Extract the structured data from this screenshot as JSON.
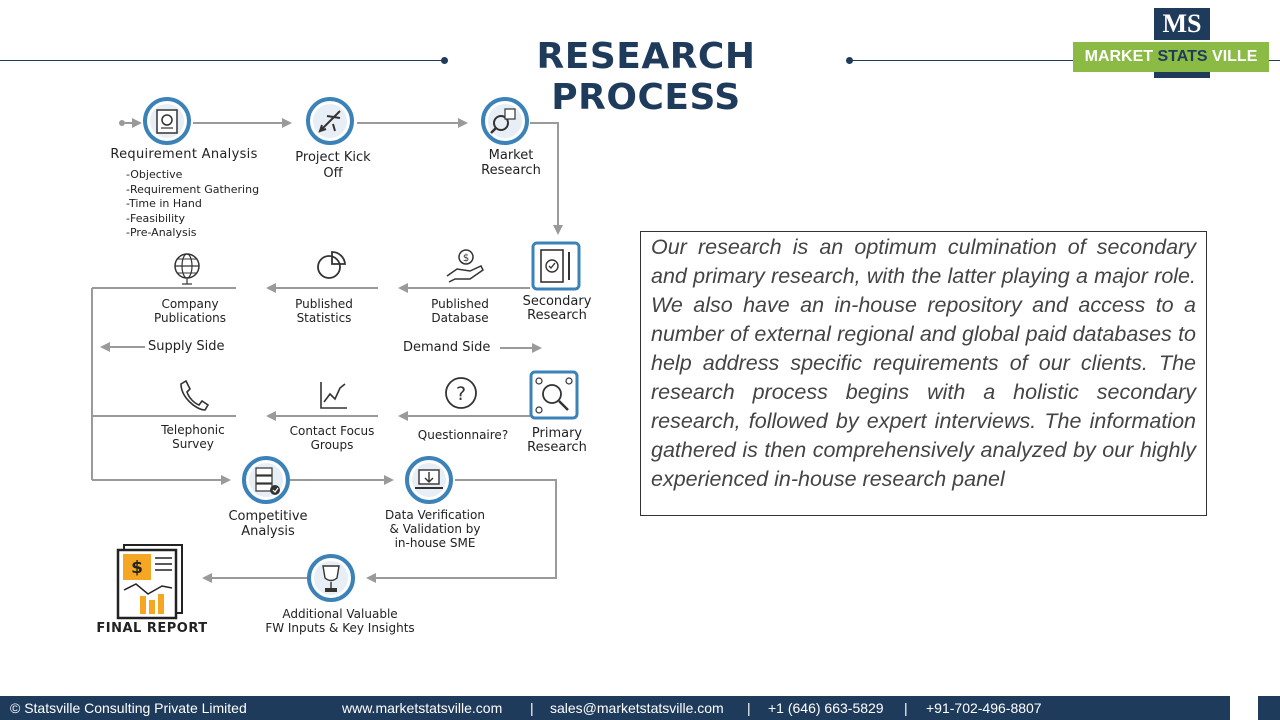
{
  "header": {
    "title": "RESEARCH PROCESS"
  },
  "logo": {
    "initials": "MS",
    "word1": "MARKET",
    "word2": "STATS",
    "word3": "VILLE"
  },
  "steps": {
    "requirement_analysis": "Requirement Analysis",
    "requirement_items": [
      "-Objective",
      "-Requirement Gathering",
      "-Time in Hand",
      "-Feasibility",
      "-Pre-Analysis"
    ],
    "project_kick_off": [
      "Project Kick",
      "Off"
    ],
    "market_research": [
      "Market",
      "Research"
    ],
    "secondary_research": [
      "Secondary",
      "Research"
    ],
    "published_database": [
      "Published",
      "Database"
    ],
    "published_statistics": [
      "Published",
      "Statistics"
    ],
    "company_publications": [
      "Company",
      "Publications"
    ],
    "supply_side": "Supply Side",
    "demand_side": "Demand Side",
    "primary_research": [
      "Primary",
      "Research"
    ],
    "questionnaire": "Questionnaire?",
    "contact_focus_groups": [
      "Contact Focus",
      "Groups"
    ],
    "telephonic_survey": [
      "Telephonic",
      "Survey"
    ],
    "competitive_analysis": [
      "Competitive",
      "Analysis"
    ],
    "data_verification": [
      "Data Verification",
      "& Validation by",
      "in-house SME"
    ],
    "additional_inputs": [
      "Additional Valuable",
      "FW Inputs & Key Insights"
    ],
    "final_report": "FINAL REPORT"
  },
  "description": "Our research is an optimum culmination of secondary and primary research, with the latter playing a major role. We also have an in-house repository and access to a number of external regional and global paid databases to help address specific requirements of our clients. The research process begins with a holistic secondary research, followed by expert interviews. The information gathered is then comprehensively analyzed by our highly experienced in-house research panel",
  "footer": {
    "copyright": "© Statsville Consulting Private Limited",
    "website": "www.marketstatsville.com",
    "email": "sales@marketstatsville.com",
    "phone_us": "+1 (646) 663-5829",
    "phone_in": "+91-702-496-8807",
    "separator": "|"
  },
  "colors": {
    "navy": "#1f3b5c",
    "green": "#8bbb45",
    "icon_ring": "#3b82b8",
    "arrow": "#9a9a9a",
    "report_orange": "#f5a623"
  }
}
